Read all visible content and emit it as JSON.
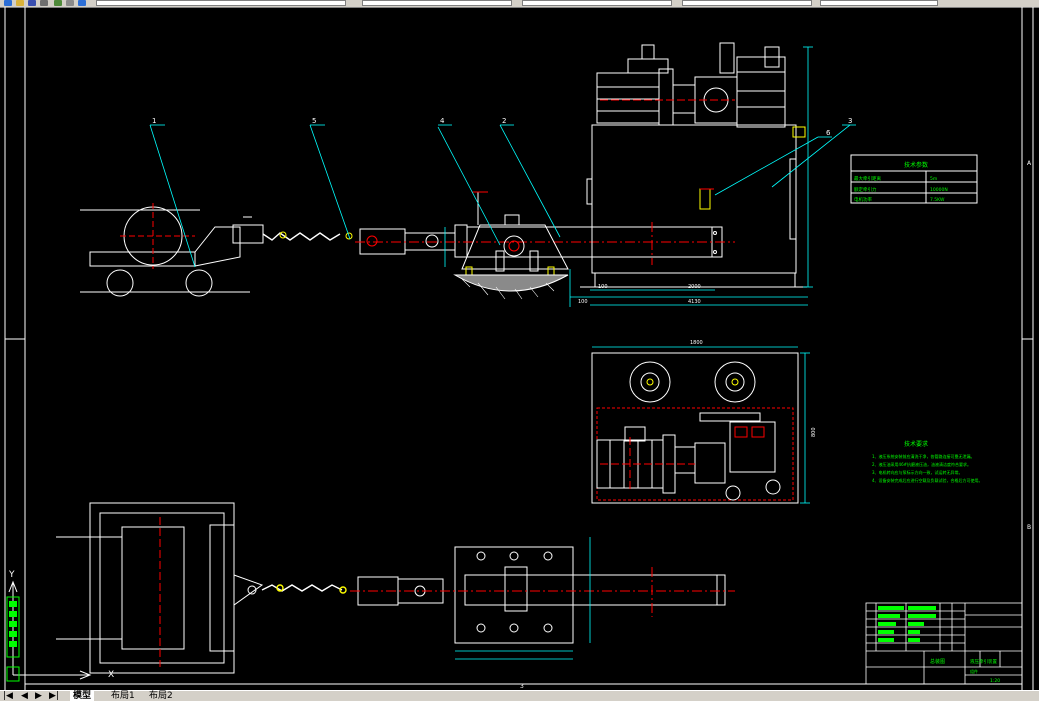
{
  "toolbar": {
    "combos": [
      "",
      "",
      "",
      "",
      ""
    ]
  },
  "layout_tabs": {
    "nav_first": "|◀",
    "nav_prev": "◀",
    "nav_next": "▶",
    "nav_last": "▶|",
    "model": "模型",
    "layout1": "布局1",
    "layout2": "布局2"
  },
  "drawing": {
    "balloons": [
      "1",
      "5",
      "4",
      "2",
      "6",
      "3"
    ],
    "params_table": {
      "title": "技术参数",
      "rows": [
        {
          "name": "最大牵引距离",
          "value": "5m"
        },
        {
          "name": "额定牵引力",
          "value": "10000N"
        },
        {
          "name": "电机功率",
          "value": "7.5KW"
        }
      ]
    },
    "dims_front": {
      "d_a": "100",
      "d_b": "2000",
      "d_c": "4130",
      "d_d": "100"
    },
    "dims_plan": {
      "top": "1800",
      "side": "800"
    },
    "tech_req": {
      "title": "技术要求",
      "lines": [
        "1、液压系统安装前应清洗干净，各管路连接可靠无泄漏。",
        "2、液压油采用46#抗磨液压油，油液清洁度符合要求。",
        "3、电机转向应与泵标示方向一致，试运转无异常。",
        "4、设备安装完成后应进行空载及负载试验，合格后方可使用。"
      ]
    },
    "ucs": {
      "y": "Y",
      "x": "X"
    },
    "title_block": {
      "drawing_name": "液压牵引装置",
      "scale": "1:20",
      "material": "组件",
      "code": "总装图"
    }
  },
  "colors": {
    "background": "#000000",
    "outline": "#ffffff",
    "center_line": "#ff0000",
    "dimension": "#00ffff",
    "leader": "#00ffff",
    "note_text": "#00ff00",
    "accent": "#ffff00"
  }
}
